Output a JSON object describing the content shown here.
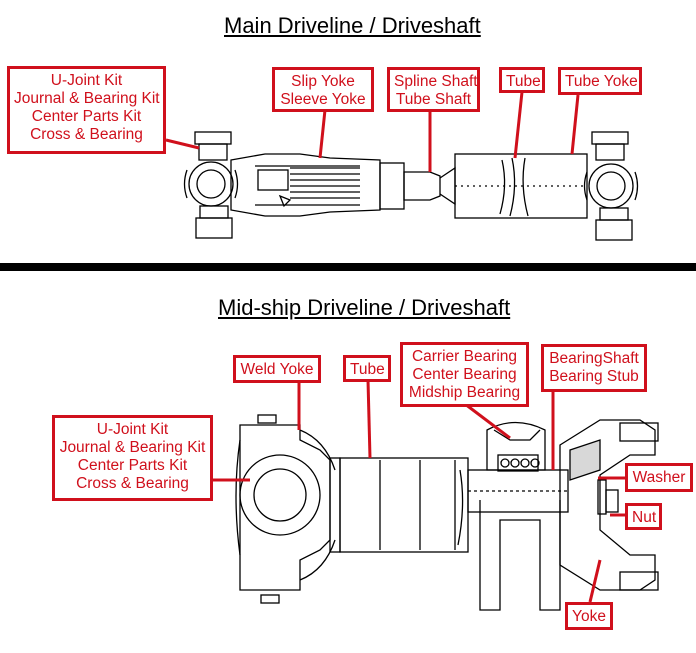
{
  "main": {
    "title": "Main Driveline / Driveshaft",
    "labels": {
      "ujoint": [
        "U-Joint Kit",
        "Journal & Bearing Kit",
        "Center Parts Kit",
        "Cross & Bearing"
      ],
      "slip_yoke": [
        "Slip Yoke",
        "Sleeve Yoke"
      ],
      "spline_shaft": [
        "Spline Shaft",
        "Tube Shaft"
      ],
      "tube": [
        "Tube"
      ],
      "tube_yoke": [
        "Tube Yoke"
      ]
    }
  },
  "midship": {
    "title": "Mid-ship Driveline / Driveshaft",
    "labels": {
      "weld_yoke": [
        "Weld Yoke"
      ],
      "tube": [
        "Tube"
      ],
      "carrier_bearing": [
        "Carrier Bearing",
        "Center Bearing",
        "Midship Bearing"
      ],
      "bearing_shaft": [
        "BearingShaft",
        "Bearing Stub"
      ],
      "ujoint": [
        "U-Joint Kit",
        "Journal & Bearing Kit",
        "Center Parts Kit",
        "Cross & Bearing"
      ],
      "washer": [
        "Washer"
      ],
      "nut": [
        "Nut"
      ],
      "yoke": [
        "Yoke"
      ]
    }
  },
  "colors": {
    "label_red": "#d0101c",
    "line": "#000000"
  }
}
